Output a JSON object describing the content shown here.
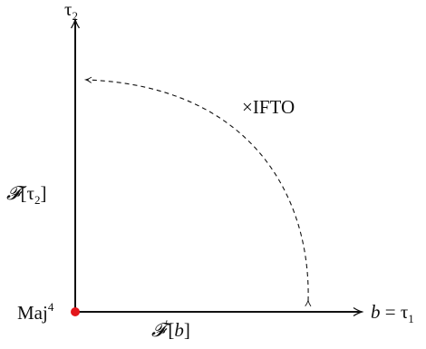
{
  "colors": {
    "ink": "#111111",
    "origin_dot": "#e3161b"
  },
  "axes": {
    "vertical": {
      "symbol": "τ",
      "subscript": "2"
    },
    "horizontal": {
      "variable": "b",
      "equals": " = ",
      "symbol": "τ",
      "subscript": "1"
    }
  },
  "origin": {
    "base": "Maj",
    "superscript": "4"
  },
  "vertical_axis_label": {
    "script": "𝓕",
    "open": "[",
    "symbol": "τ",
    "subscript": "2",
    "close": "]"
  },
  "horizontal_axis_label": {
    "script": "𝓕",
    "prime": "′",
    "open": "[",
    "variable": "b",
    "close": "]"
  },
  "arc_annotation": {
    "text": "×IFTO"
  }
}
